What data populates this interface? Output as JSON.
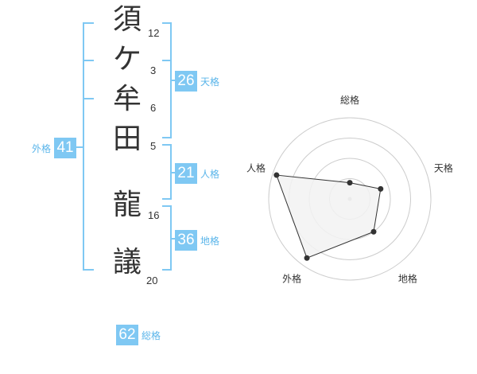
{
  "name": {
    "chars": [
      {
        "char": "須",
        "strokes": "12"
      },
      {
        "char": "ケ",
        "strokes": "3"
      },
      {
        "char": "牟",
        "strokes": "6"
      },
      {
        "char": "田",
        "strokes": "5"
      },
      {
        "char": "龍",
        "strokes": "16"
      },
      {
        "char": "議",
        "strokes": "20"
      }
    ]
  },
  "kakaku": {
    "tenkaku": {
      "value": "26",
      "label": "天格"
    },
    "jinkaku": {
      "value": "21",
      "label": "人格"
    },
    "chikaku": {
      "value": "36",
      "label": "地格"
    },
    "gaikaku": {
      "value": "41",
      "label": "外格"
    },
    "soukaku": {
      "value": "62",
      "label": "総格"
    }
  },
  "chart_data": {
    "type": "radar",
    "axes": [
      "総格",
      "天格",
      "地格",
      "外格",
      "人格"
    ],
    "values": [
      0.2,
      0.4,
      0.5,
      0.9,
      0.95
    ],
    "rings": 4,
    "colors": {
      "fill": "#f2f2f2",
      "stroke": "#333333",
      "grid": "#cccccc"
    }
  },
  "colors": {
    "accent": "#7fc8f3",
    "label": "#5ab5ea"
  }
}
